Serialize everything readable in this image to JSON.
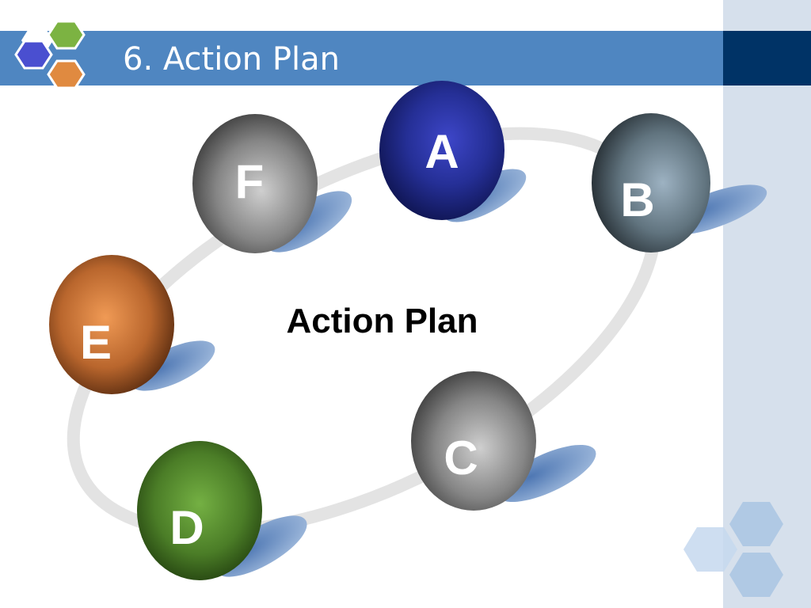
{
  "slide": {
    "title": "6. Action Plan",
    "colors": {
      "title_bar": "#4f86c1",
      "title_bar_accent": "#003366",
      "side_panel": "#d6e0ec",
      "orbit_ring": "#e3e3e3",
      "shadow": "#6f93c2"
    }
  },
  "logo": {
    "icons": [
      "blue-hexagon-icon",
      "green-hexagon-icon",
      "orange-hexagon-icon"
    ],
    "colors": [
      "#4a4fd0",
      "#7cb342",
      "#e08a40"
    ]
  },
  "diagram": {
    "center_label": "Action Plan",
    "nodes": [
      {
        "letter": "A",
        "color": "#1f2a8a"
      },
      {
        "letter": "B",
        "color": "#6e8594"
      },
      {
        "letter": "C",
        "color": "#8a8a8a"
      },
      {
        "letter": "D",
        "color": "#4a7a28"
      },
      {
        "letter": "E",
        "color": "#c06a2e"
      },
      {
        "letter": "F",
        "color": "#8a8a8a"
      }
    ]
  }
}
